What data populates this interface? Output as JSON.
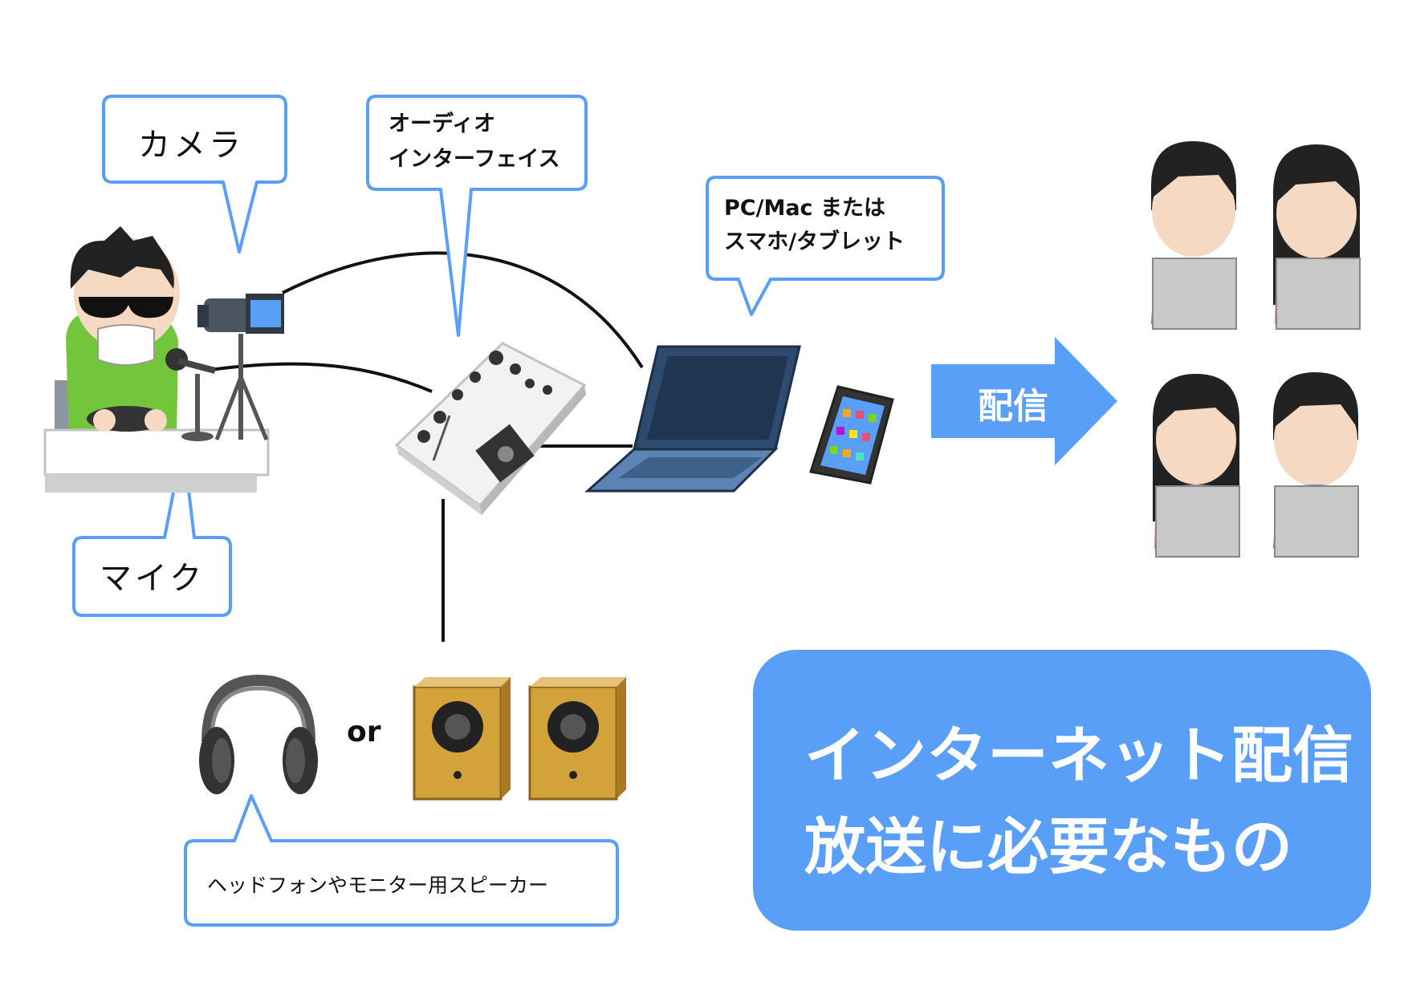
{
  "callouts": {
    "camera": "カメラ",
    "audio_interface_line1": "オーディオ",
    "audio_interface_line2": "インターフェイス",
    "pc_line1": "PC/Mac または",
    "pc_line2": "スマホ/タブレット",
    "mic": "マイク",
    "monitors": "ヘッドフォンやモニター用スピーカー"
  },
  "arrow_label": "配信",
  "or_label": "or",
  "headline": {
    "line1": "インターネット配信・",
    "line2": "放送に必要なもの"
  },
  "colors": {
    "callout_border": "#5a9ff7",
    "accent_blue": "#5a9ff7",
    "cable": "#111111"
  }
}
